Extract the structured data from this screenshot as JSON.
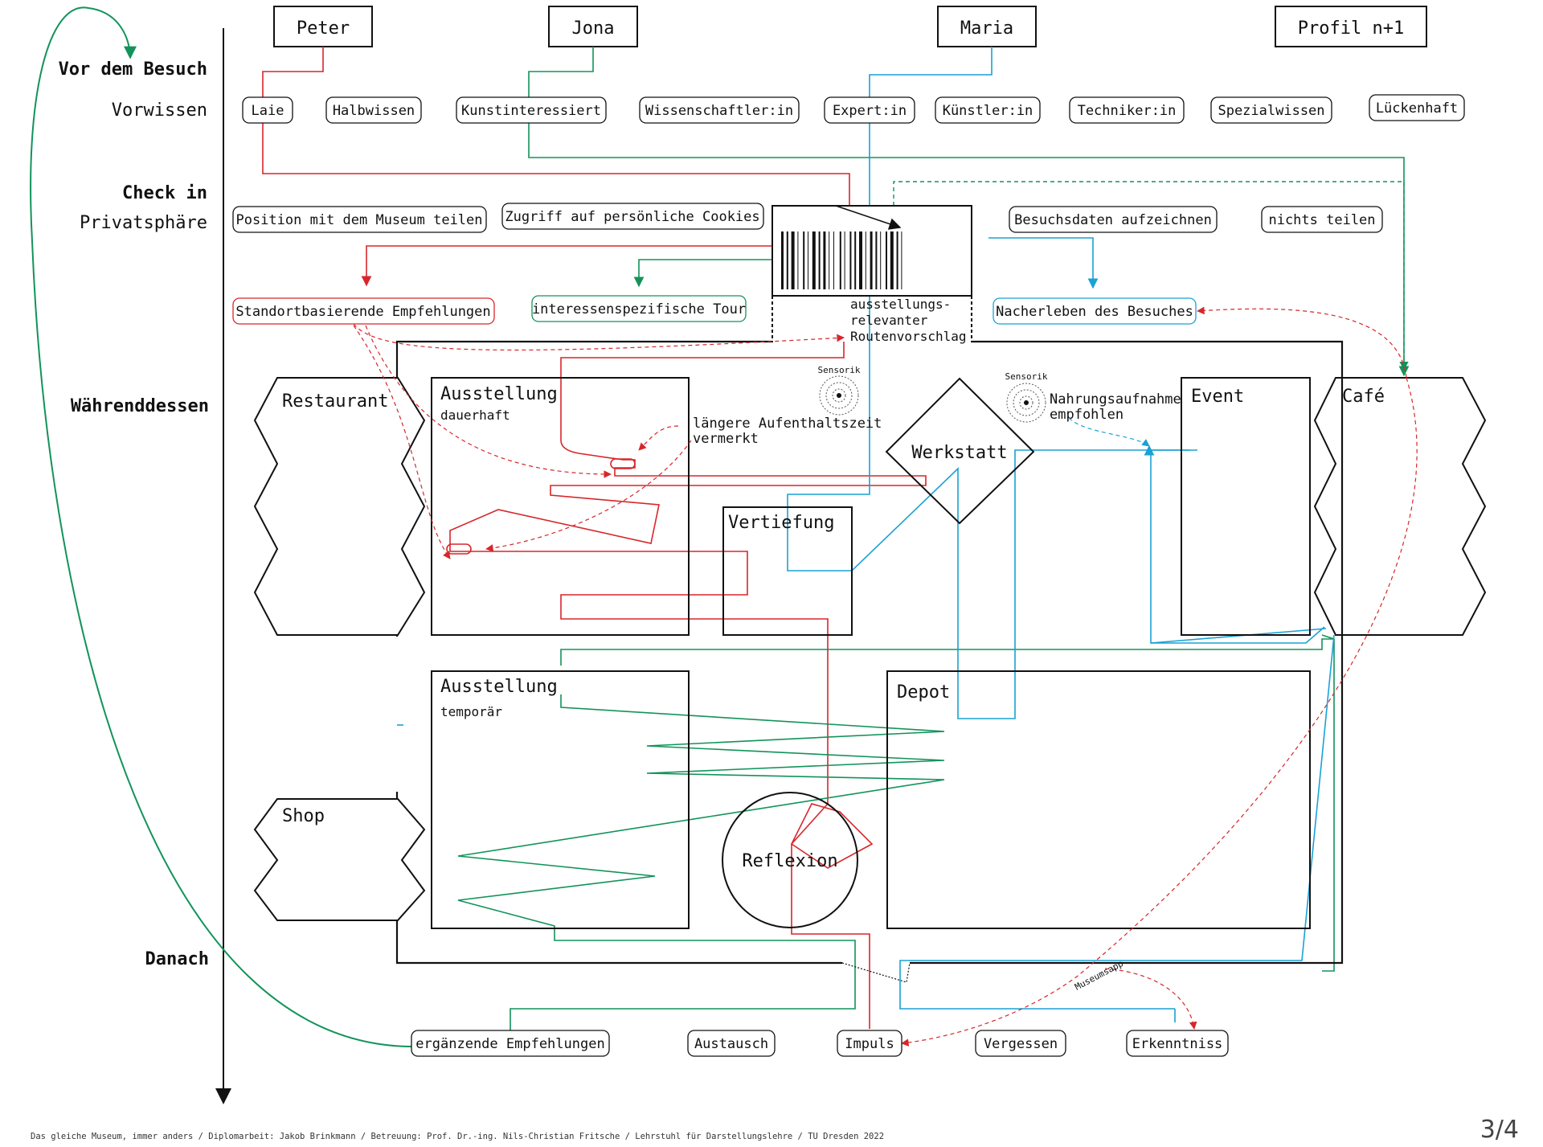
{
  "profiles": [
    "Peter",
    "Jona",
    "Maria",
    "Profil n+1"
  ],
  "phases": {
    "before": "Vor dem Besuch",
    "prior_knowledge": "Vorwissen",
    "checkin": "Check in",
    "privacy": "Privatsphäre",
    "during": "Währenddessen",
    "after": "Danach"
  },
  "knowledge": [
    "Laie",
    "Halbwissen",
    "Kunstinteressiert",
    "Wissenschaftler:in",
    "Expert:in",
    "Künstler:in",
    "Techniker:in",
    "Spezialwissen",
    "Lückenhaft"
  ],
  "privacy_options": [
    "Position mit dem Museum teilen",
    "Zugriff auf persönliche Cookies",
    "Besuchsdaten aufzeichnen",
    "nichts teilen"
  ],
  "outcomes": [
    "Standortbasierende Empfehlungen",
    "interessenspezifische Tour",
    "Nacherleben des Besuches"
  ],
  "route_suggestion": [
    "ausstellungs-",
    "relevanter",
    "Routenvorschlag"
  ],
  "rooms": {
    "restaurant": "Restaurant",
    "exhibition_permanent": "Ausstellung",
    "exhibition_permanent_sub": "dauerhaft",
    "deepening": "Vertiefung",
    "workshop": "Werkstatt",
    "event": "Event",
    "cafe": "Café",
    "exhibition_temporary": "Ausstellung",
    "exhibition_temporary_sub": "temporär",
    "depot": "Depot",
    "shop": "Shop",
    "reflection": "Reflexion"
  },
  "annotations": {
    "sensor_1": "Sensorik",
    "sensor_2": "Sensorik",
    "longer_stay": [
      "längere Aufenthaltszeit",
      "vermerkt"
    ],
    "food_intake": [
      "Nahrungsaufnahme",
      "empfohlen"
    ],
    "museum_app": "Museumsapp"
  },
  "after_items": [
    "ergänzende Empfehlungen",
    "Austausch",
    "Impuls",
    "Vergessen",
    "Erkenntniss"
  ],
  "footer": "Das gleiche Museum, immer anders / Diplomarbeit: Jakob Brinkmann / Betreuung: Prof. Dr.-ing. Nils-Christian Fritsche / Lehrstuhl für Darstellungslehre / TU Dresden 2022",
  "page_number": "3/4",
  "colors": {
    "peter": "#d7262b",
    "jona": "#12935a",
    "maria": "#19a2d4",
    "ink": "#111111"
  }
}
